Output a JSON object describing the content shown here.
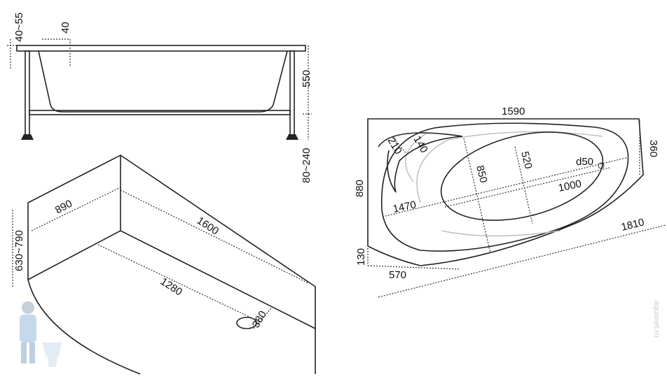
{
  "side_view": {
    "labels": {
      "rim_height": "40~55",
      "rim_offset": "40",
      "height": "550",
      "legs": "80~240"
    }
  },
  "perspective_view": {
    "labels": {
      "width": "890",
      "length": "1600",
      "panel_height": "630~790",
      "inner_length": "1280",
      "drain": "380"
    }
  },
  "top_view": {
    "labels": {
      "total_length": "1590",
      "side": "360",
      "depth": "880",
      "headrest_outer": "210",
      "headrest_inner": "140",
      "depth_inner": "850",
      "bowl_width": "520",
      "drain": "d50",
      "bowl_length": "1000",
      "inner_length": "1470",
      "diagonal": "1810",
      "corner": "130",
      "front": "570"
    }
  },
  "watermark": "aquanet.ru"
}
